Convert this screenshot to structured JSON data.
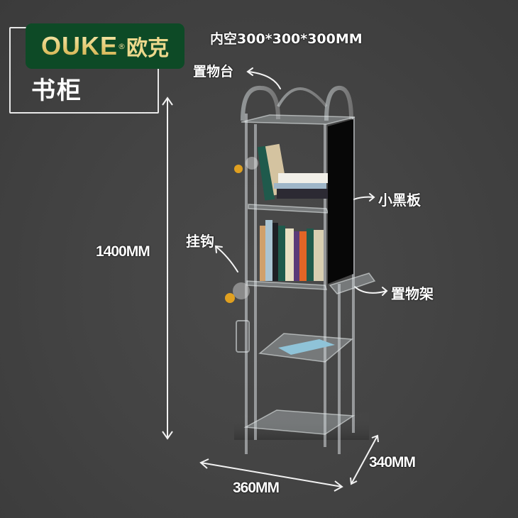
{
  "brand": {
    "name": "OUKE",
    "registered_mark": "®",
    "name_cn": "欧克",
    "bg_color": "#0d4a26",
    "text_color": "#e2c76b"
  },
  "product": {
    "title": "书柜"
  },
  "specs": {
    "inner_space": "内空300*300*300MM",
    "height": "1400MM",
    "width": "360MM",
    "depth": "340MM"
  },
  "callouts": {
    "top_platform": "置物台",
    "blackboard": "小黑板",
    "hook": "挂钩",
    "rack": "置物架"
  }
}
